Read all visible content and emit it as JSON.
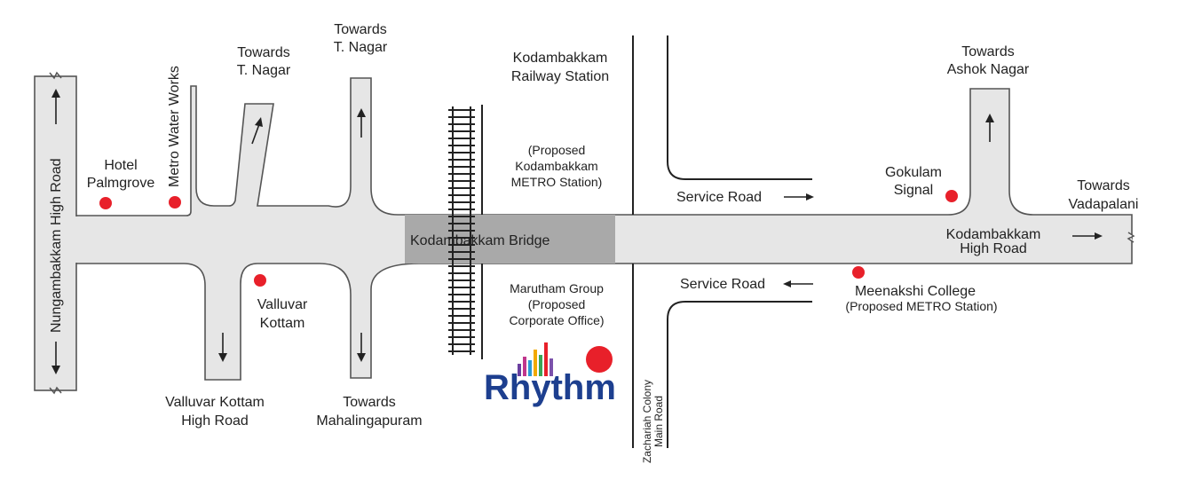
{
  "labels": {
    "nungambakkam": "Nungambakkam High Road",
    "hotel_line1": "Hotel",
    "hotel_line2": "Palmgrove",
    "metro_water": "Metro Water Works",
    "tnagar1_line1": "Towards",
    "tnagar1_line2": "T. Nagar",
    "tnagar2_line1": "Towards",
    "tnagar2_line2": "T. Nagar",
    "station_line1": "Kodambakkam",
    "station_line2": "Railway Station",
    "proposed_line1": "(Proposed",
    "proposed_line2": "Kodambakkam",
    "proposed_line3": "METRO Station)",
    "bridge": "Kodambakkam Bridge",
    "valluvar_line1": "Valluvar",
    "valluvar_line2": "Kottam",
    "vk_road_line1": "Valluvar Kottam",
    "vk_road_line2": "High Road",
    "mahalinga_line1": "Towards",
    "mahalinga_line2": "Mahalingapuram",
    "marutham_line1": "Marutham Group",
    "marutham_line2": "(Proposed",
    "marutham_line3": "Corporate Office)",
    "brand": "Rhythm",
    "zachariah_line1": "Zachariah Colony",
    "zachariah_line2": "Main Road",
    "service_road_top": "Service Road",
    "service_road_bottom": "Service Road",
    "gokulam_line1": "Gokulam",
    "gokulam_line2": "Signal",
    "ashok_line1": "Towards",
    "ashok_line2": "Ashok Nagar",
    "vadapalani_line1": "Towards",
    "vadapalani_line2": "Vadapalani",
    "kh_road_line1": "Kodambakkam",
    "kh_road_line2": "High Road",
    "meenakshi_line1": "Meenakshi College",
    "meenakshi_line2": "(Proposed METRO Station)"
  },
  "colors": {
    "road_fill": "#e6e6e6",
    "road_edge": "#555555",
    "bridge_fill": "#a9a9a9",
    "marker": "#e8202a",
    "brand_text": "#1d3f8f",
    "brand_bars": [
      "#6a3fa0",
      "#c0368c",
      "#2b9ad6",
      "#f2a900",
      "#3aa655",
      "#e8202a",
      "#7b52ab"
    ]
  }
}
